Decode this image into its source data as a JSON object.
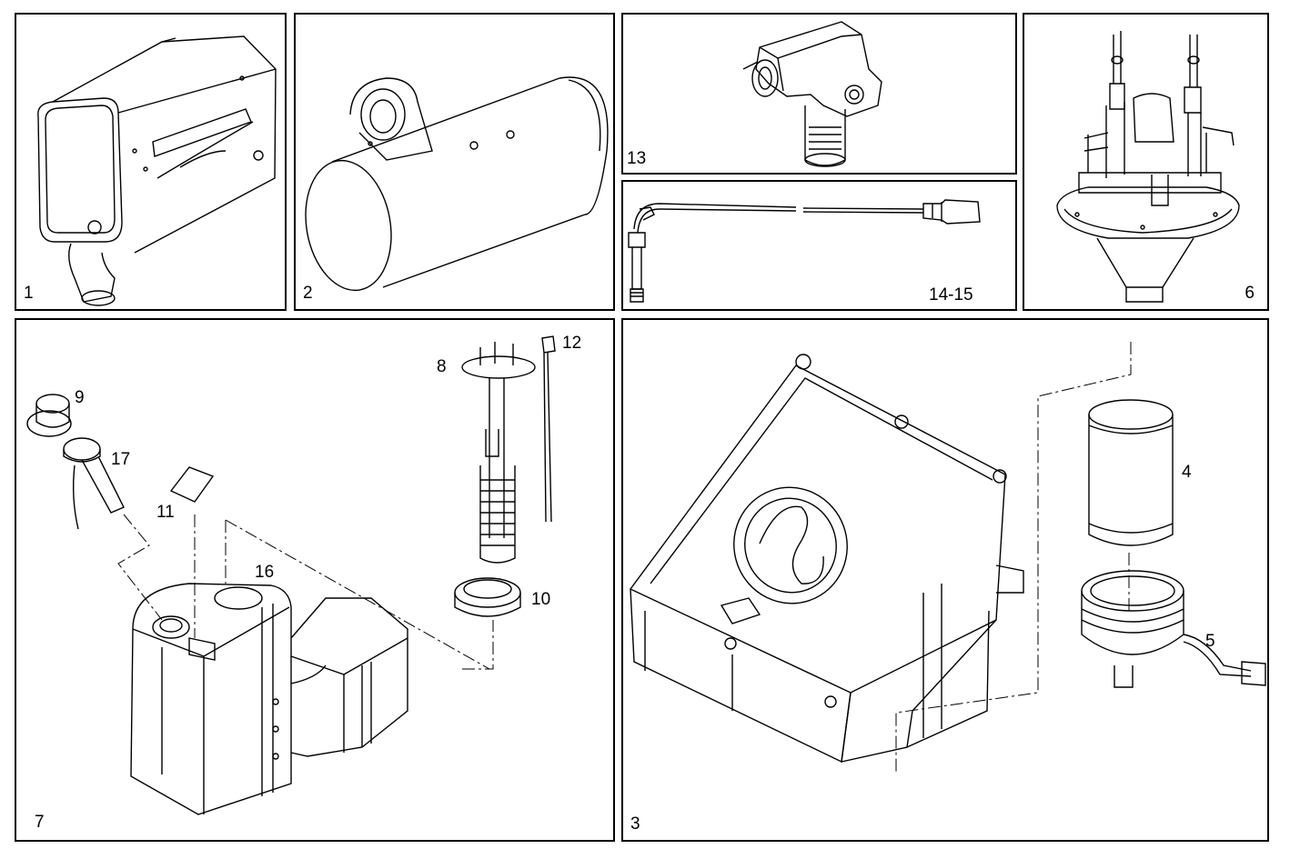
{
  "panels": {
    "p1": {
      "number": "1"
    },
    "p2": {
      "number": "2"
    },
    "p13": {
      "number": "13"
    },
    "p14": {
      "number": "14-15"
    },
    "p6": {
      "number": "6"
    },
    "p7": {
      "number": "7"
    },
    "p3": {
      "number": "3"
    }
  },
  "callouts": {
    "c8": "8",
    "c12": "12",
    "c9": "9",
    "c17": "17",
    "c11": "11",
    "c16": "16",
    "c10": "10",
    "c4": "4",
    "c5": "5"
  },
  "colors": {
    "line": "#000000",
    "background": "#ffffff"
  }
}
